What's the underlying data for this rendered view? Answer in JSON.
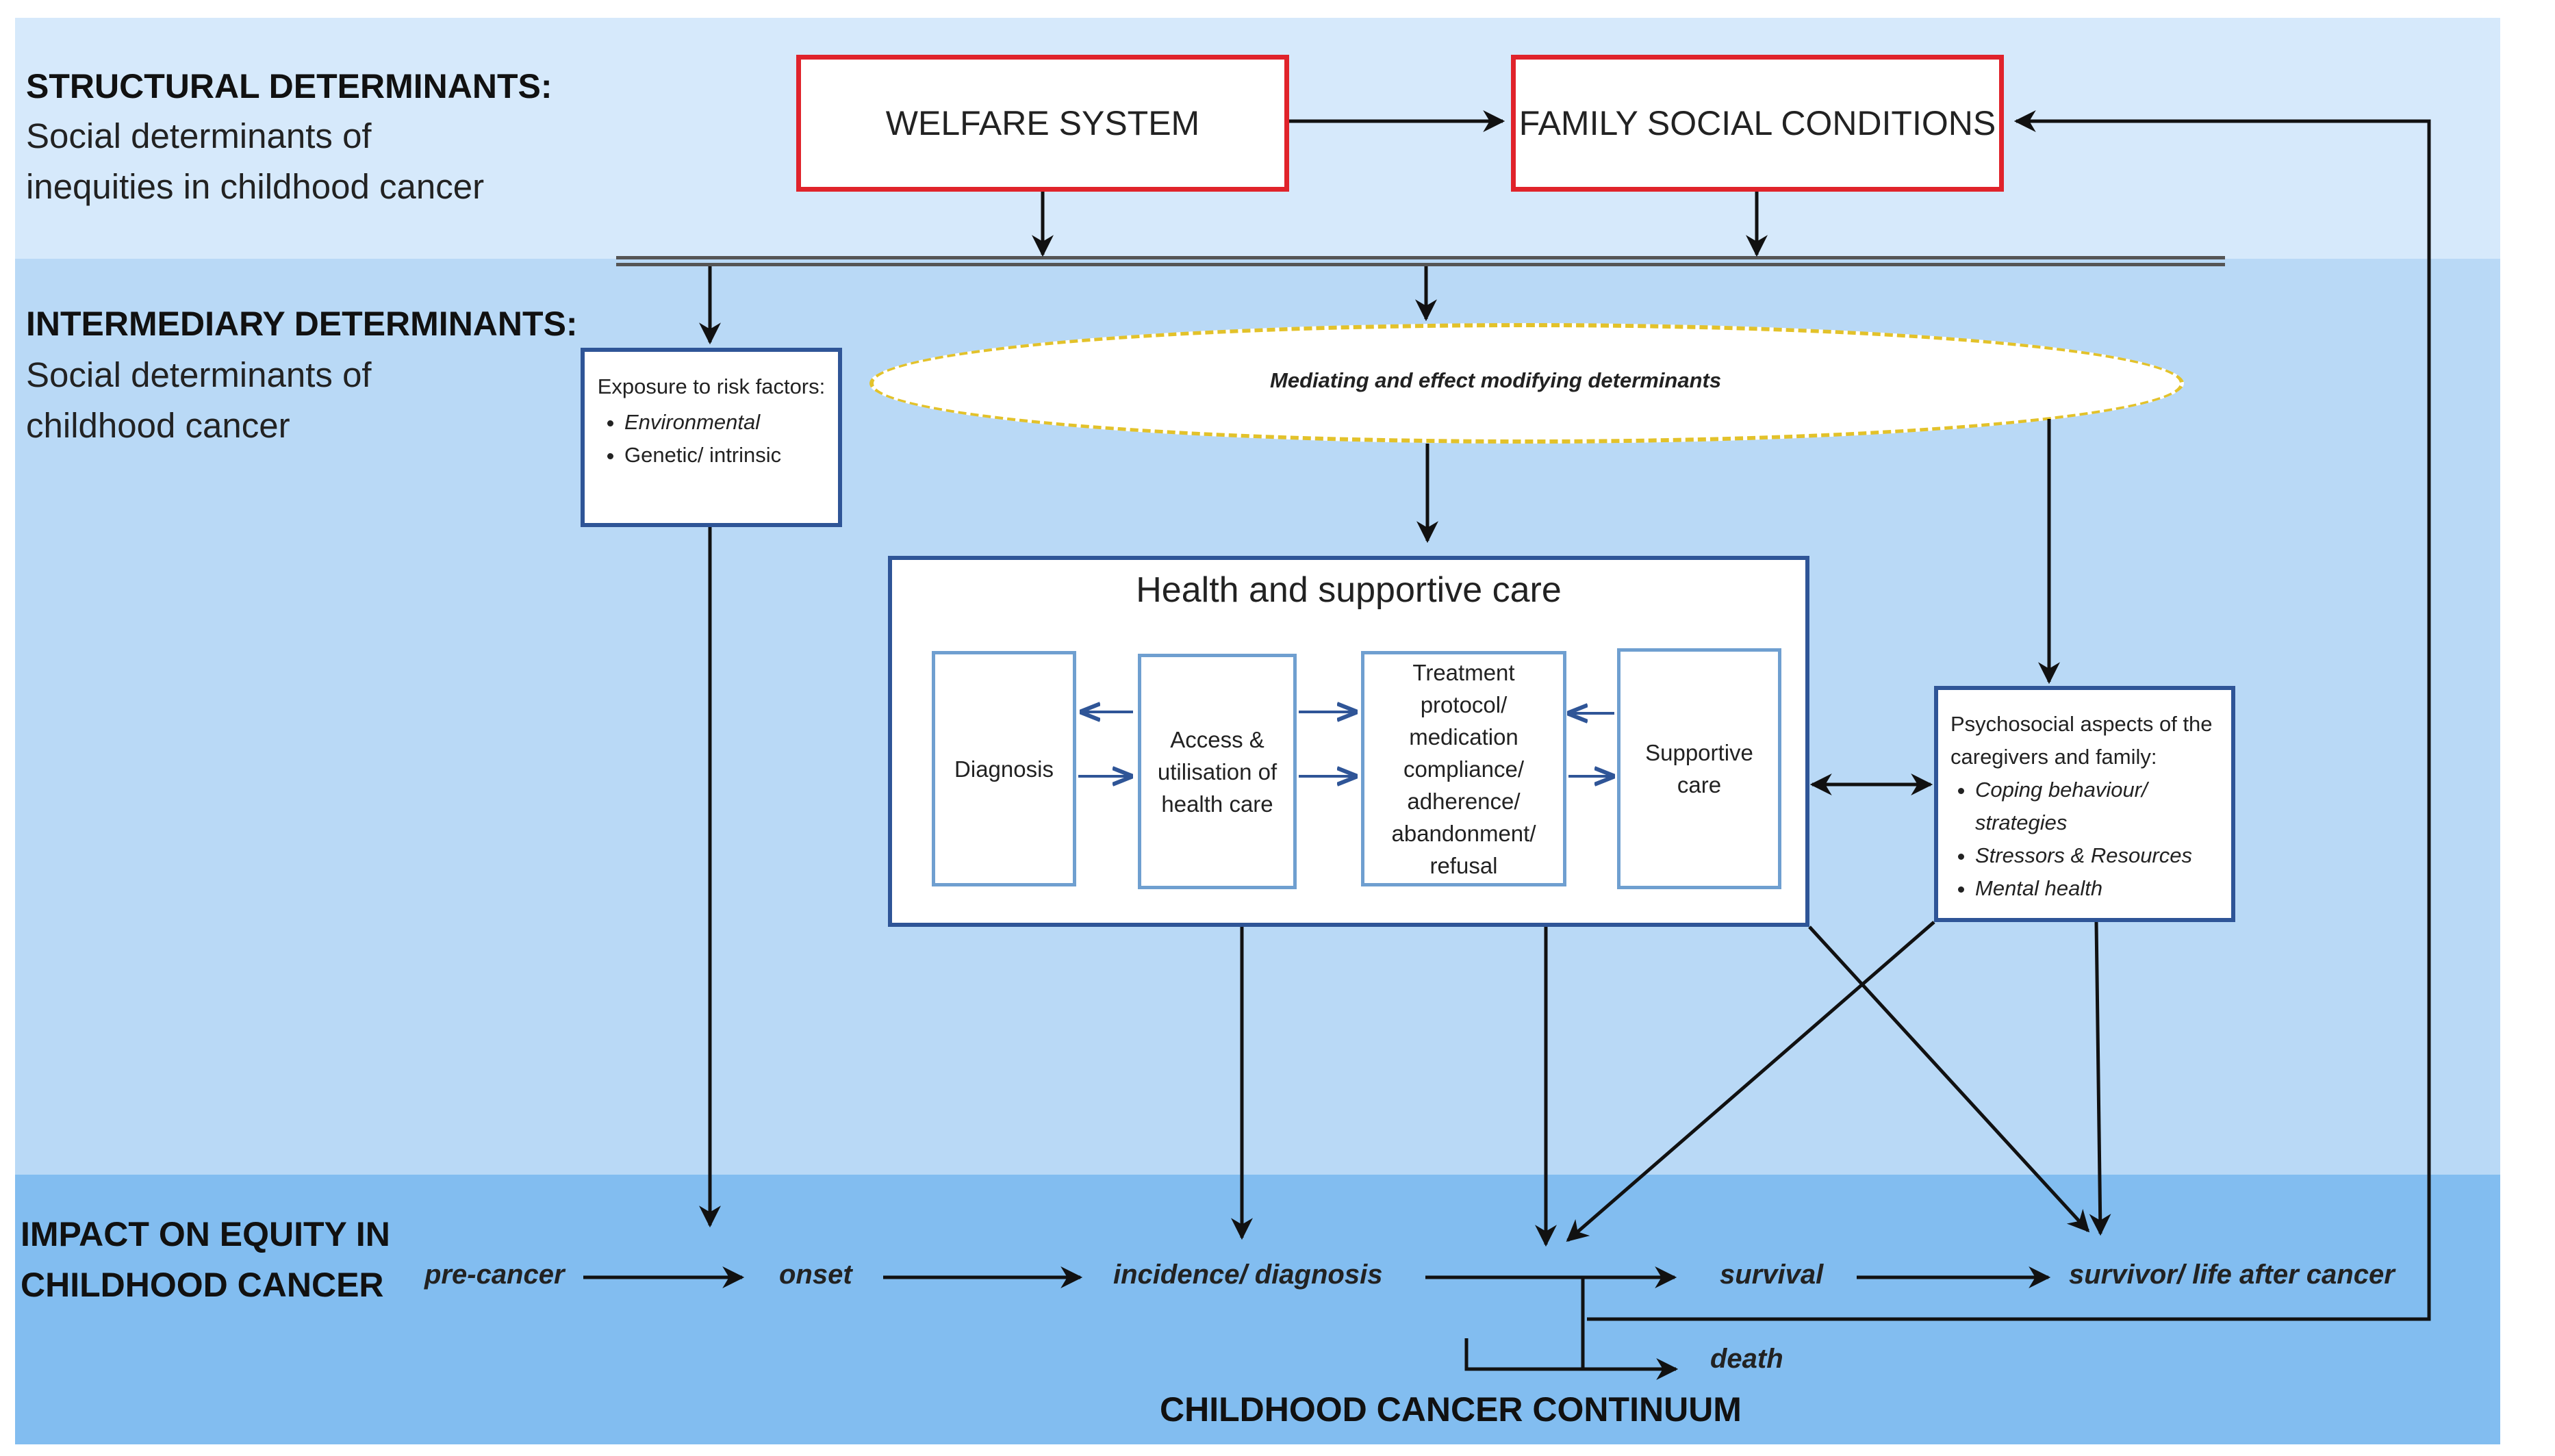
{
  "structural": {
    "heading": "STRUCTURAL DETERMINANTS:",
    "subtitle": "Social determinants of\ninequities in childhood cancer"
  },
  "intermediary": {
    "heading": "INTERMEDIARY DETERMINANTS:",
    "subtitle": "Social determinants of\nchildhood cancer"
  },
  "impact": {
    "heading": "IMPACT ON EQUITY IN\nCHILDHOOD CANCER"
  },
  "boxes": {
    "welfare": "WELFARE SYSTEM",
    "family": "FAMILY SOCIAL CONDITIONS",
    "exposure_title": "Exposure to risk factors:",
    "exposure_items": [
      "Environmental",
      "Genetic/ intrinsic"
    ],
    "mediating": "Mediating and effect modifying determinants",
    "health_title": "Health and supportive care",
    "diagnosis": "Diagnosis",
    "access": "Access & utilisation of health care",
    "treatment": "Treatment protocol/ medication compliance/ adherence/ abandonment/ refusal",
    "supportive": "Supportive care",
    "psych_title": "Psychosocial aspects of the caregivers and family:",
    "psych_items": [
      "Coping behaviour/ strategies",
      "Stressors & Resources",
      "Mental health"
    ]
  },
  "continuum": {
    "stages": [
      "pre-cancer",
      "onset",
      "incidence/ diagnosis",
      "survival",
      "survivor/ life after cancer",
      "death"
    ],
    "label": "CHILDHOOD CANCER CONTINUUM"
  },
  "colors": {
    "structural_band": "#d6e9fb",
    "intermediary_band": "#b9d9f6",
    "impact_band": "#82bdf0",
    "red_border": "#e0232b",
    "blue_border": "#2f5597",
    "light_border": "#6f9fd0",
    "ellipse_border": "#e3c22a"
  }
}
